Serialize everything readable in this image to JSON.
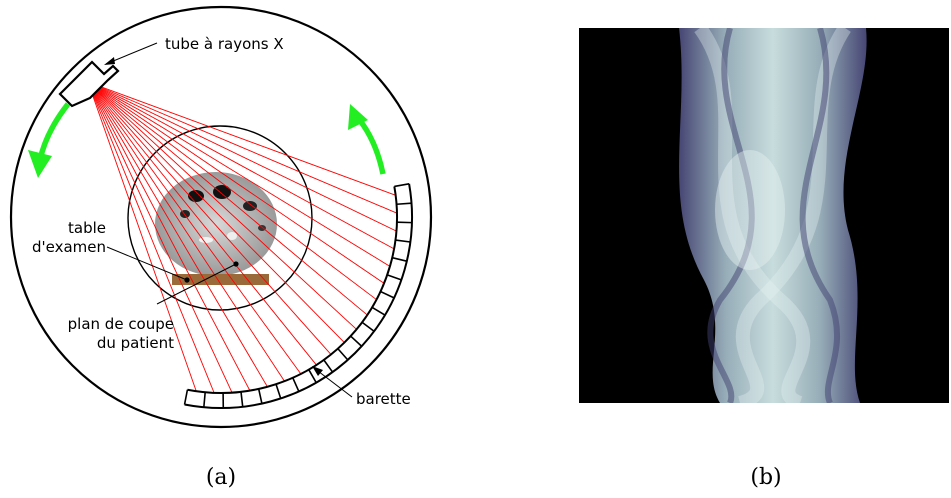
{
  "panel_a": {
    "labels": {
      "tube": "tube à rayons X",
      "table_line1": "table",
      "table_line2": "d'examen",
      "plan_line1": "plan de coupe",
      "plan_line2": "du patient",
      "barette": "barette"
    },
    "caption": "(a)",
    "colors": {
      "rays": "#ff0000",
      "rotation_arrows": "#22ee22",
      "table": "#9b6a3a",
      "outline": "#000000"
    }
  },
  "panel_b": {
    "caption": "(b)",
    "colors": {
      "background": "#000000",
      "sinogram_light": "#cfe6e6",
      "sinogram_dark": "#3a3a6a"
    }
  }
}
